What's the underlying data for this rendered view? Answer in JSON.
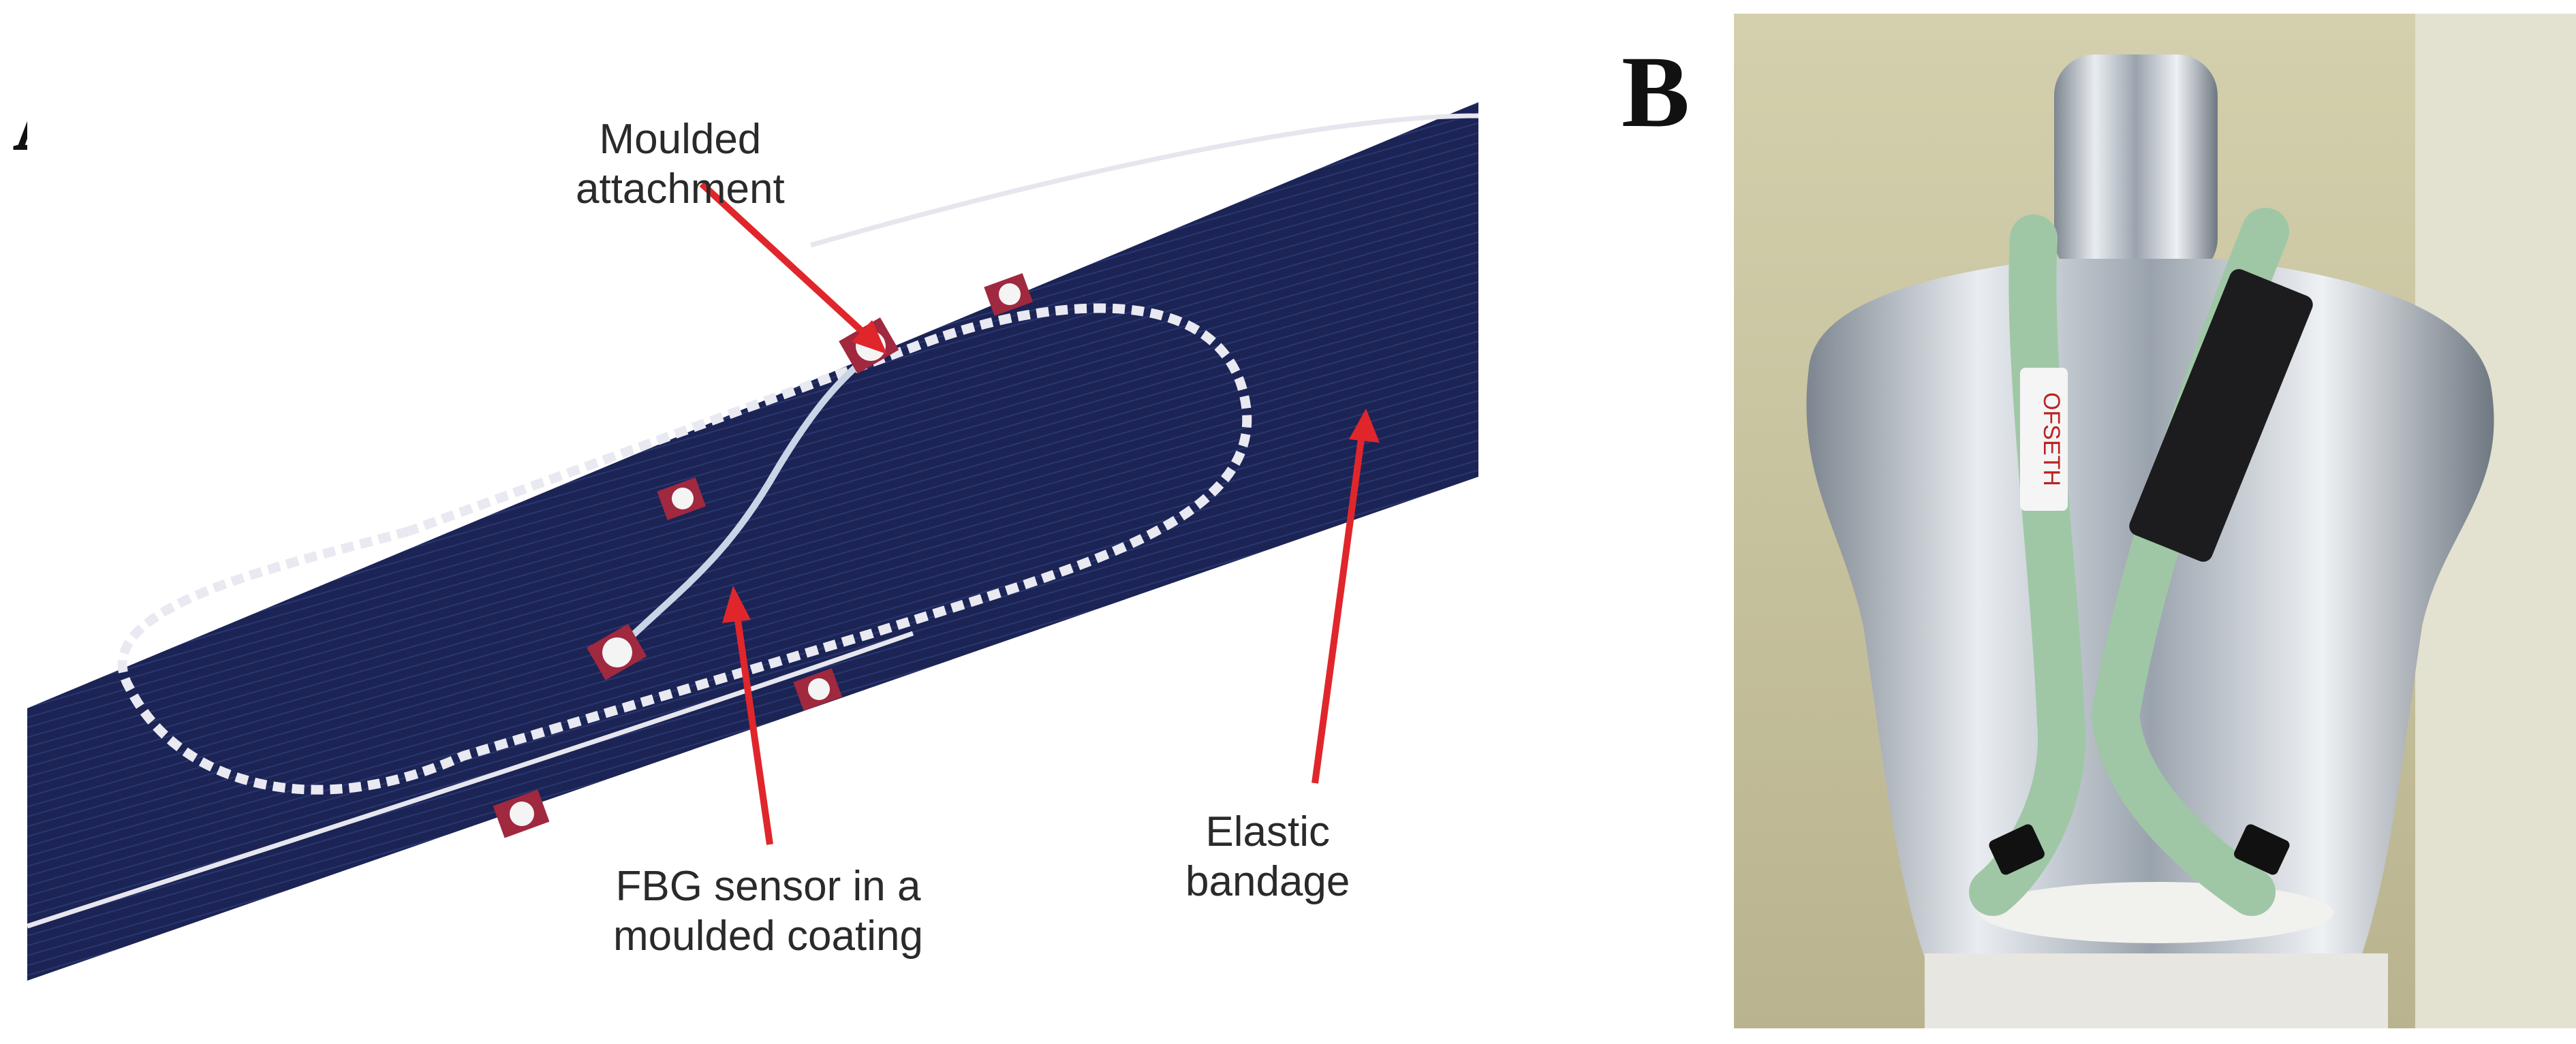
{
  "panels": [
    {
      "letter": "A",
      "labels": {
        "moulded_attachment": [
          "Moulded",
          "attachment"
        ],
        "fbg_sensor": [
          "FBG sensor in a",
          "moulded coating"
        ],
        "elastic_bandage": [
          "Elastic",
          "bandage"
        ]
      }
    },
    {
      "letter": "B",
      "strap_text": "OFSETH"
    }
  ],
  "colors": {
    "bandage": "#1b2454",
    "arrow": "#e0262b",
    "attachment": "#a0283f",
    "mannequin": "#c8ccd2",
    "harness": "#9fc7a6",
    "background_b": "#c9c59f"
  }
}
